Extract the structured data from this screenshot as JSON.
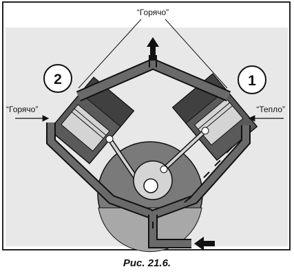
{
  "labels": {
    "top_hot": "“Горячо”",
    "left_hot": "“Горячо”",
    "right_warm": "“Тепло”",
    "cylinder_left_number": "2",
    "cylinder_right_number": "1"
  },
  "caption": "Рис. 21.6.",
  "colors": {
    "background": "#e8e8e8",
    "crankcase": "#7a7a7a",
    "oil": "#a8a8a8",
    "piston": "#d4d4d4",
    "cylinder_head": "#404040",
    "duct": "#6a6a6a",
    "outline": "#111111"
  }
}
